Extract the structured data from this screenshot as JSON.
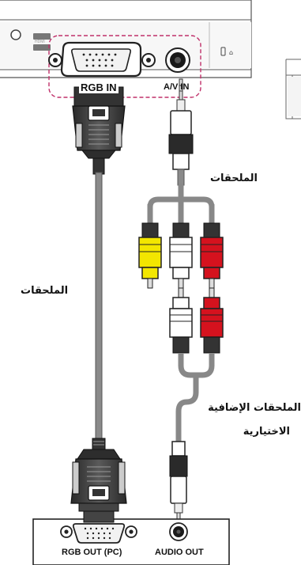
{
  "labels": {
    "rgb_in": "RGB IN",
    "av_in": "A/V IN",
    "rgb_out": "RGB OUT (PC)",
    "audio_out": "AUDIO OUT",
    "accessories_av": "الملحقات",
    "accessories_rgb": "الملحقات",
    "optional_line1": "الملحقات الإضافية",
    "optional_line2": "الاختيارية"
  },
  "colors": {
    "rca_yellow": "#f2e600",
    "rca_white": "#ffffff",
    "rca_red": "#d5121e",
    "cable_gray": "#8a8a8a",
    "highlight_border": "#c0306a"
  },
  "icons": {
    "vga_port": "vga-port-icon",
    "audio_jack": "audio-jack-icon",
    "vga_plug": "vga-plug-icon",
    "rca_plug": "rca-plug-icon",
    "mini_jack_plug": "mini-jack-plug-icon"
  }
}
